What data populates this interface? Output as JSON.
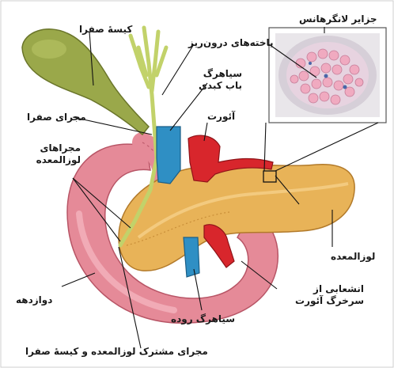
{
  "labels": {
    "langerhans_islets": "جزایر لانگرهانس",
    "endocrine_cells": "یاخته‌های درون‌ریز",
    "gallbladder": "کیسهٔ صفرا",
    "portal_vein": "سیاهرگ باب کبدی",
    "aorta": "آئورت",
    "bile_duct": "مجرای صفرا",
    "pancreatic_ducts": "مجراهای لوزالمعده",
    "pancreas": "لوزالمعده",
    "aorta_branch": "انشعابی از سرخرگ آئورت",
    "duodenum": "دوازدهه",
    "intestinal_vein": "سیاهرگ روده",
    "common_duct": "مجرای مشترک لوزالمعده و کیسهٔ صفرا"
  },
  "colors": {
    "gallbladder": "#9aa84a",
    "duodenum": "#e58a98",
    "pancreas": "#e8b358",
    "vein": "#2f8fc4",
    "artery": "#d8262c",
    "bile_ducts": "#c2d26a",
    "inset_bg": "#d6cfd8",
    "cells": "#f0aac0",
    "leader": "#111111"
  }
}
